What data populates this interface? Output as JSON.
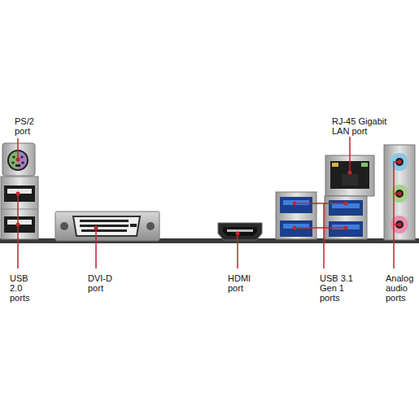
{
  "diagram": {
    "labels": [
      "PS/2 port",
      "RJ-45 Gigabit LAN port",
      "USB 2.0 ports",
      "DVI-D port",
      "HDMI port",
      "USB 3.1 Gen 1 ports",
      "Analog audio ports"
    ]
  }
}
